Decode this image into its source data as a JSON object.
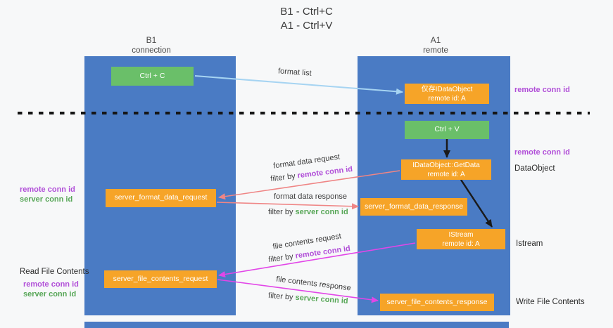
{
  "title": {
    "line1": "B1 - Ctrl+C",
    "line2": "A1 - Ctrl+V"
  },
  "lanes": {
    "left": {
      "title": "B1",
      "subtitle": "connection"
    },
    "right": {
      "title": "A1",
      "subtitle": "remote"
    }
  },
  "boxes": {
    "ctrl_c": {
      "label": "Ctrl + C"
    },
    "ctrl_v": {
      "label": "Ctrl + V"
    },
    "idataobject": {
      "line1": "仅存IDataObject",
      "line2": "remote id: A"
    },
    "getdata": {
      "line1": "IDataObject::GetData",
      "line2": "remote id: A"
    },
    "istream": {
      "line1": "IStream",
      "line2": "remote id: A"
    },
    "format_request": {
      "label": "server_format_data_request"
    },
    "format_response": {
      "label": "server_format_data_response"
    },
    "file_request": {
      "label": "server_file_contents_request"
    },
    "file_response": {
      "label": "server_file_contents_response"
    }
  },
  "arrow_labels": {
    "format_list": "format list",
    "format_data_request": "format data request",
    "format_data_response": "format data response",
    "file_contents_request": "file contents request",
    "file_contents_response": "file contents response",
    "filter_by": "filter by ",
    "remote_conn_id": "remote conn id",
    "server_conn_id": "server conn id"
  },
  "side_labels": {
    "remote_conn_id_top": "remote conn id",
    "remote_conn_id_mid": "remote conn id",
    "dataobject": "DataObject",
    "istream": "Istream",
    "write_file_contents": "Write File Contents",
    "read_file_contents": "Read File Contents",
    "left_remote_conn_id_1": "remote conn id",
    "left_server_conn_id_1": "server conn id",
    "left_remote_conn_id_2": "remote conn id",
    "left_server_conn_id_2": "server conn id"
  },
  "colors": {
    "lane_blue": "#4a7bc4",
    "box_green": "#6abf69",
    "box_orange": "#f6a428",
    "purple": "#b14fd8",
    "green_text": "#58a758",
    "arrow_salmon": "#ef8585",
    "arrow_magenta": "#e246e8",
    "arrow_lightblue": "#a6d4f2",
    "arrow_black": "#1a1a1a"
  }
}
